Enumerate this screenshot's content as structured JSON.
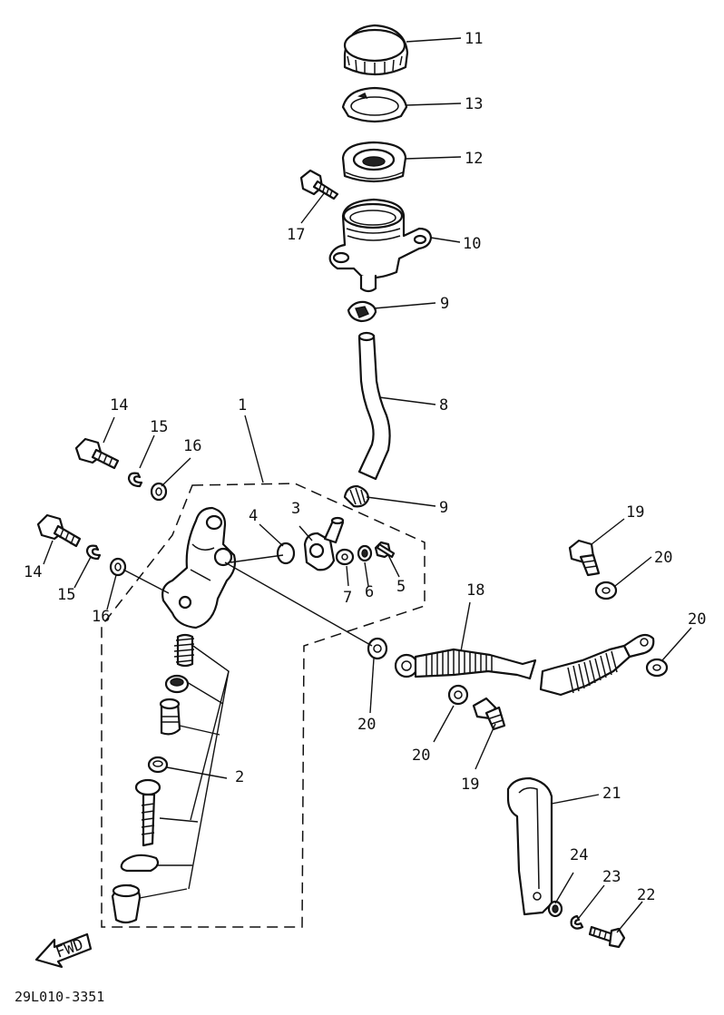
{
  "diagram": {
    "drawing_code": "29L010-3351",
    "direction_label": "FWD",
    "callouts": {
      "c1": "1",
      "c2": "2",
      "c3": "3",
      "c4": "4",
      "c5": "5",
      "c6": "6",
      "c7": "7",
      "c8": "8",
      "c9a": "9",
      "c9b": "9",
      "c10": "10",
      "c11": "11",
      "c12": "12",
      "c13": "13",
      "c14a": "14",
      "c14b": "14",
      "c15a": "15",
      "c15b": "15",
      "c16a": "16",
      "c16b": "16",
      "c17": "17",
      "c18": "18",
      "c19a": "19",
      "c19b": "19",
      "c20a": "20",
      "c20b": "20",
      "c20c": "20",
      "c20d": "20",
      "c21": "21",
      "c22": "22",
      "c23": "23",
      "c24": "24"
    }
  }
}
